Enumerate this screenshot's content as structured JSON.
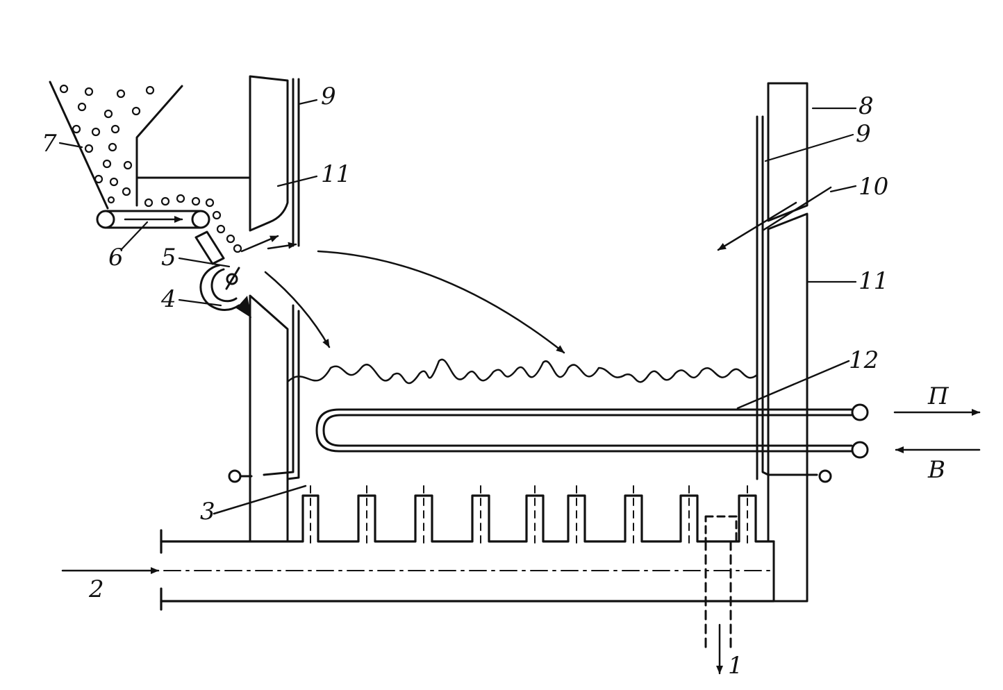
{
  "diagram": {
    "labels": {
      "outlet": "1",
      "air_inlet": "2",
      "grate_nozzles": "3",
      "spreader_casing": "4",
      "spreader_rotor": "5",
      "feeder_belt": "6",
      "fuel_hopper": "7",
      "furnace_space": "8",
      "water_wall_left": "9",
      "water_wall_right": "9",
      "secondary_air": "10",
      "insulation_left": "11",
      "insulation_right": "11",
      "immersed_coil": "12",
      "steam_out": "П",
      "water_in": "В"
    },
    "colors": {
      "stroke": "#111111",
      "background": "#ffffff"
    }
  }
}
